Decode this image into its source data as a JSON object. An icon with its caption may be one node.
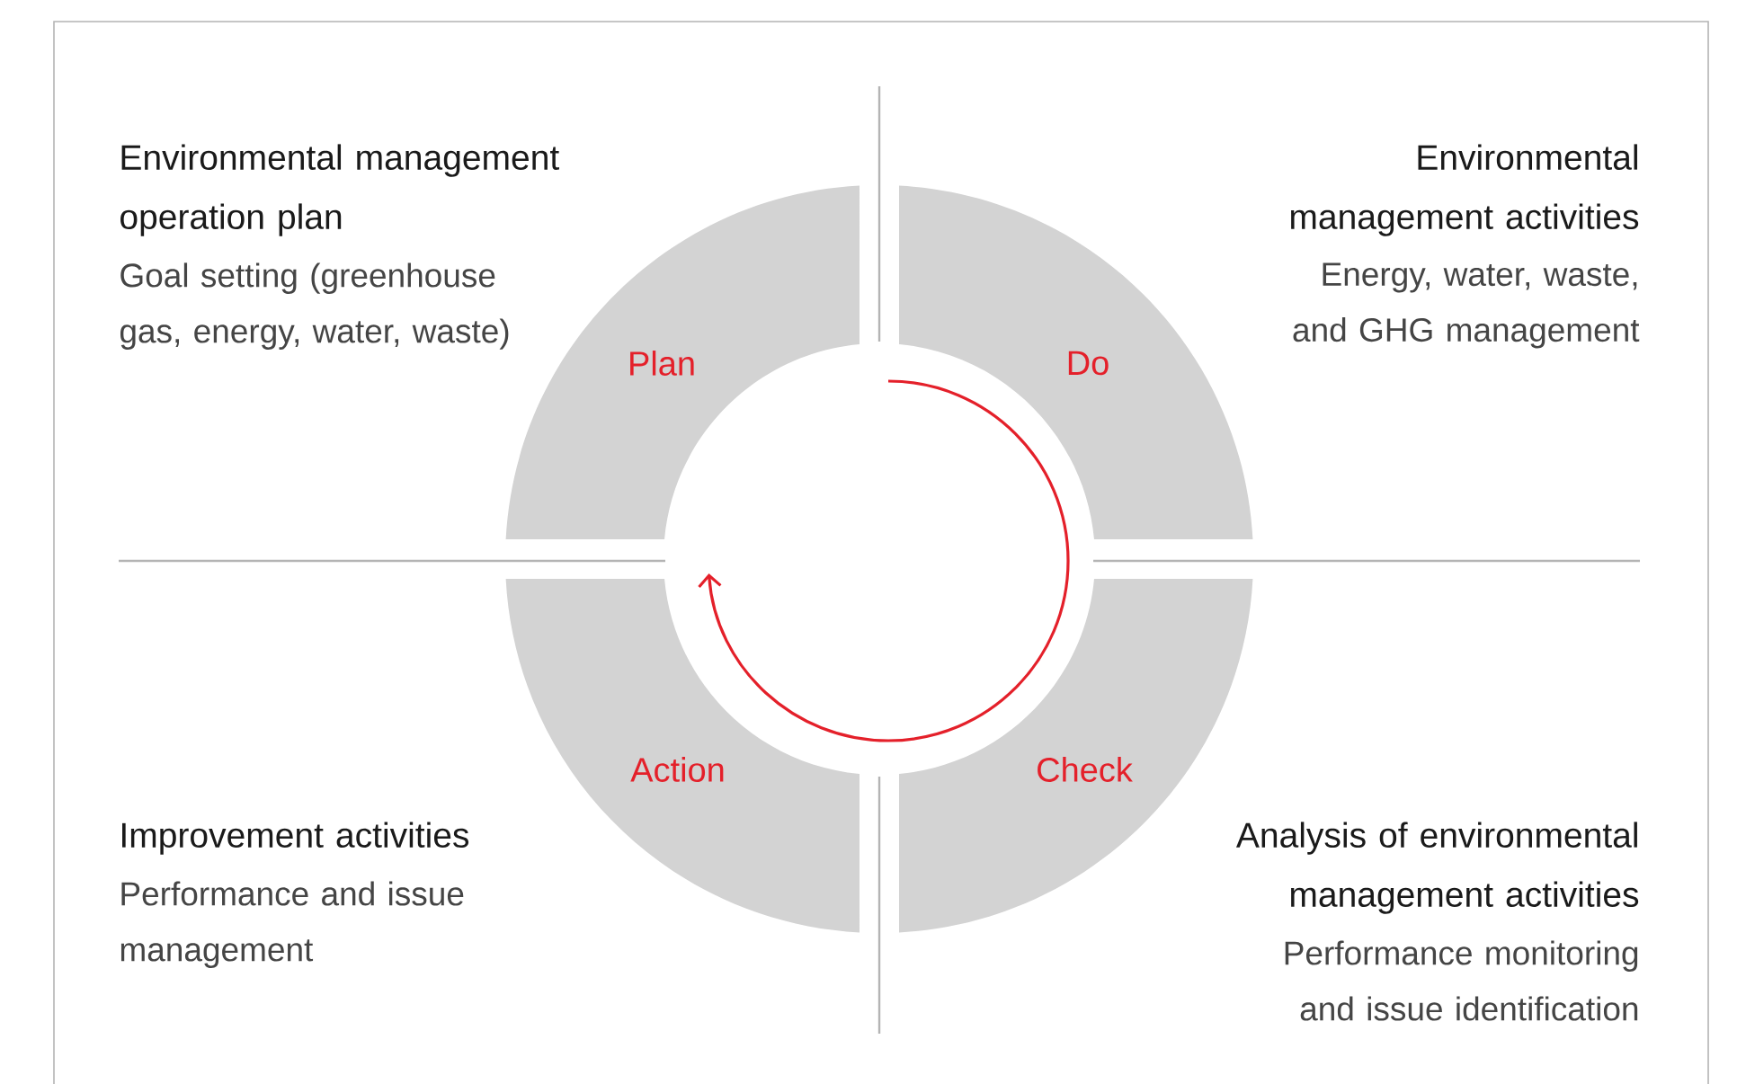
{
  "diagram": {
    "nodes": [
      {
        "text": [
          "Plan"
        ]
      },
      {
        "text": [
          "Do"
        ]
      },
      {
        "text": [
          "Check"
        ]
      },
      {
        "text": [
          "Action"
        ]
      }
    ],
    "labels": [
      "Environmental management operation plan",
      "Goal setting (greenhouse gas, energy, water, waste)",
      "Environmental management activities",
      "Energy, water, waste, and GHG management",
      "Improvement activities",
      "Performance and issue management",
      "Analysis of environmental management activities",
      "Performance monitoring and issue identification"
    ]
  }
}
